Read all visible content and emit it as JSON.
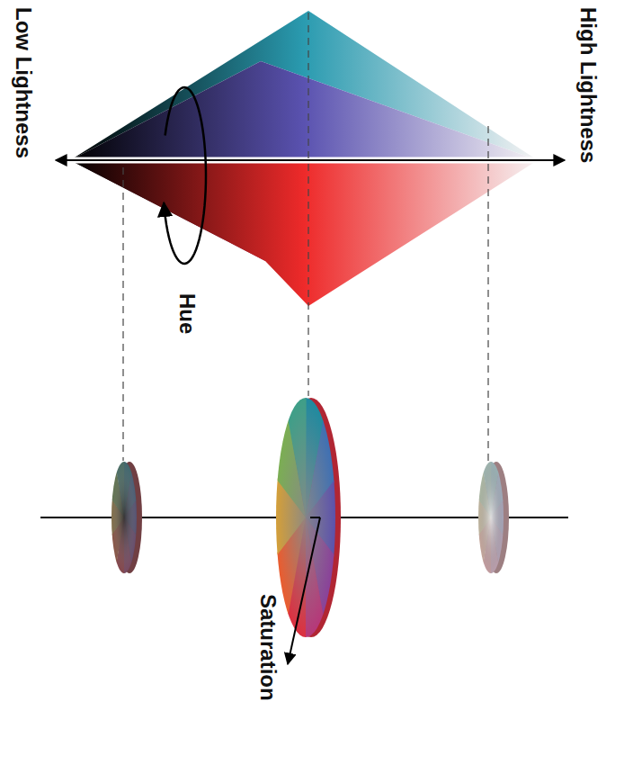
{
  "diagram": {
    "labels": [
      "High Lightness",
      "Low Lightness",
      "Hue",
      "Saturation"
    ]
  }
}
